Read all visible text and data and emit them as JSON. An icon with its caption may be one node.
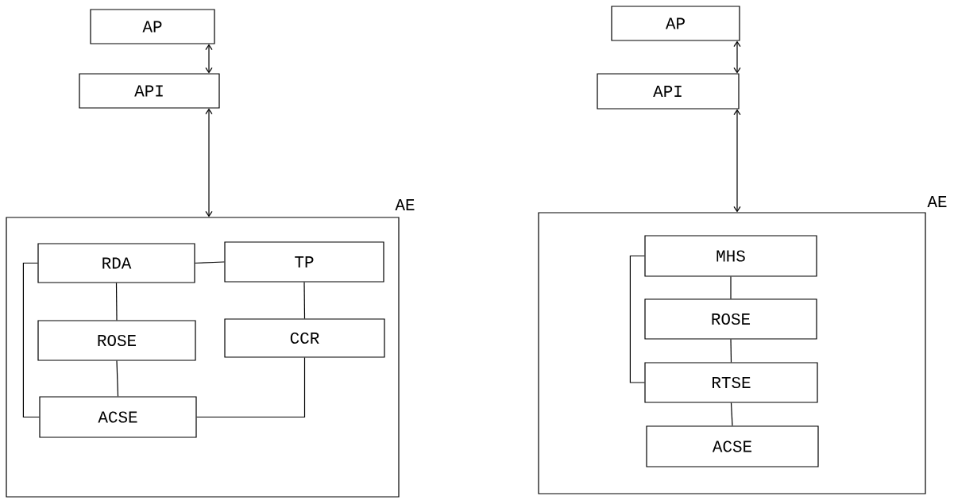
{
  "diagram": {
    "nodes": [
      {
        "text": [
          "AP"
        ]
      },
      {
        "text": [
          "API"
        ]
      },
      {
        "text": [
          "AE"
        ]
      },
      {
        "text": [
          "RDA"
        ],
        "in": 2
      },
      {
        "text": [
          "TP"
        ],
        "in": 2
      },
      {
        "text": [
          "ROSE"
        ],
        "in": 2
      },
      {
        "text": [
          "CCR"
        ],
        "in": 2
      },
      {
        "text": [
          "ACSE"
        ],
        "in": 2
      },
      {
        "text": [
          "AP"
        ]
      },
      {
        "text": [
          "API"
        ]
      },
      {
        "text": [
          "AE"
        ]
      },
      {
        "text": [
          "MHS"
        ],
        "in": 10
      },
      {
        "text": [
          "ROSE"
        ],
        "in": 10
      },
      {
        "text": [
          "RTSE"
        ],
        "in": 10
      },
      {
        "text": [
          "ACSE"
        ],
        "in": 10
      }
    ],
    "edges": [
      {
        "from": 0,
        "to": 1,
        "arrow": "both"
      },
      {
        "from": 1,
        "to": 2,
        "arrow": "both"
      },
      {
        "from": 3,
        "to": 4,
        "arrow": "none"
      },
      {
        "from": 3,
        "to": 5,
        "arrow": "none"
      },
      {
        "from": 5,
        "to": 7,
        "arrow": "none"
      },
      {
        "from": 3,
        "to": 7,
        "arrow": "none"
      },
      {
        "from": 4,
        "to": 6,
        "arrow": "none"
      },
      {
        "from": 6,
        "to": 7,
        "arrow": "none"
      },
      {
        "from": 8,
        "to": 9,
        "arrow": "both"
      },
      {
        "from": 9,
        "to": 10,
        "arrow": "both"
      },
      {
        "from": 11,
        "to": 12,
        "arrow": "none"
      },
      {
        "from": 12,
        "to": 13,
        "arrow": "none"
      },
      {
        "from": 11,
        "to": 13,
        "arrow": "none"
      },
      {
        "from": 13,
        "to": 14,
        "arrow": "none"
      }
    ]
  }
}
